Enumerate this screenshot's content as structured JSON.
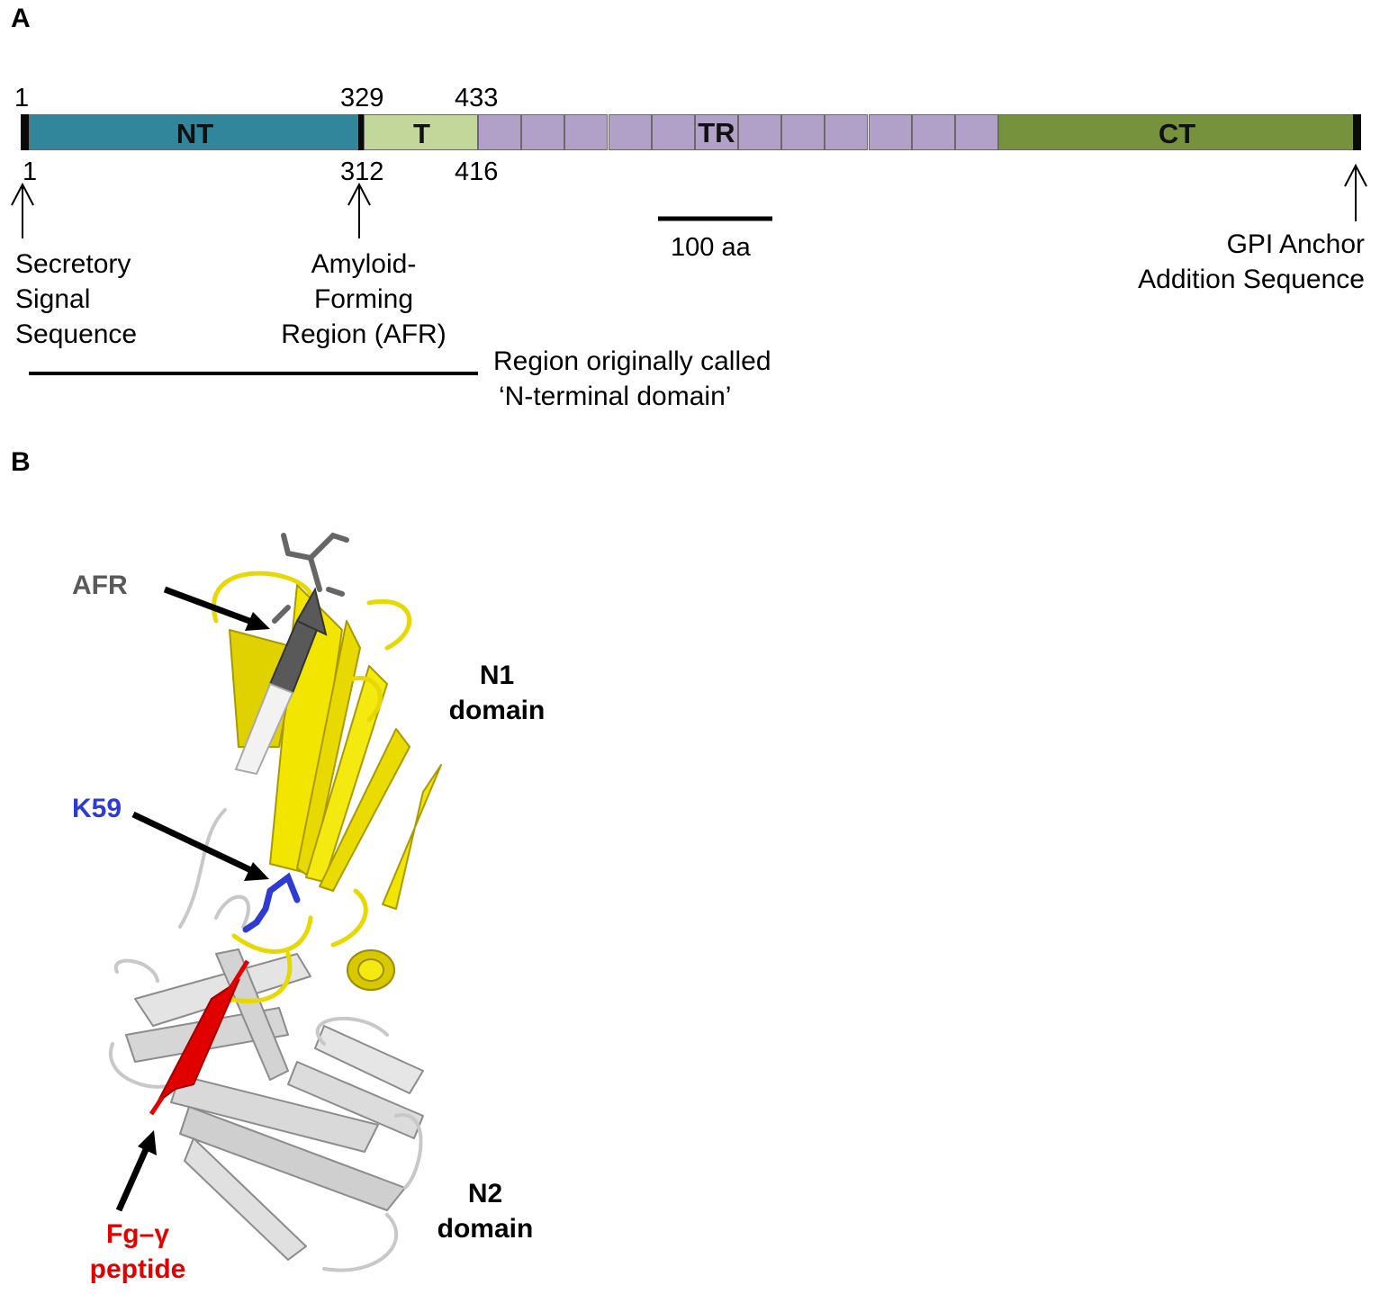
{
  "panel_a": {
    "letter": "A",
    "top_numbers": {
      "start": "1",
      "t_start": "329",
      "t_end": "433"
    },
    "bottom_numbers": {
      "start": "1",
      "t_start": "312",
      "t_end": "416"
    },
    "segments": {
      "nt": {
        "label": "NT",
        "color": "#31869b"
      },
      "t": {
        "label": "T",
        "color": "#c4d79b"
      },
      "tr": {
        "label": "TR",
        "color": "#b1a0c7",
        "repeat_count": 12
      },
      "ct": {
        "label": "CT",
        "color": "#76923c"
      }
    },
    "scale_bar_label": "100 aa",
    "annotations": {
      "secretory": [
        "Secretory",
        "Signal",
        "Sequence"
      ],
      "amyloid": [
        "Amyloid-",
        "Forming",
        "Region (AFR)"
      ],
      "gpi": [
        "GPI Anchor",
        "Addition Sequence"
      ],
      "region": [
        "Region originally called",
        "‘N-terminal domain’"
      ]
    }
  },
  "panel_b": {
    "letter": "B",
    "labels": {
      "afr": "AFR",
      "k59": "K59",
      "n1": [
        "N1",
        "domain"
      ],
      "n2": [
        "N2",
        "domain"
      ],
      "fg": [
        "Fg–γ",
        "peptide"
      ]
    },
    "colors": {
      "afr": "#595959",
      "k59": "#2e3bd1",
      "fg": "#e00000",
      "n1_ribbon": "#f2e600",
      "n2_ribbon": "#d9d9d9"
    }
  }
}
